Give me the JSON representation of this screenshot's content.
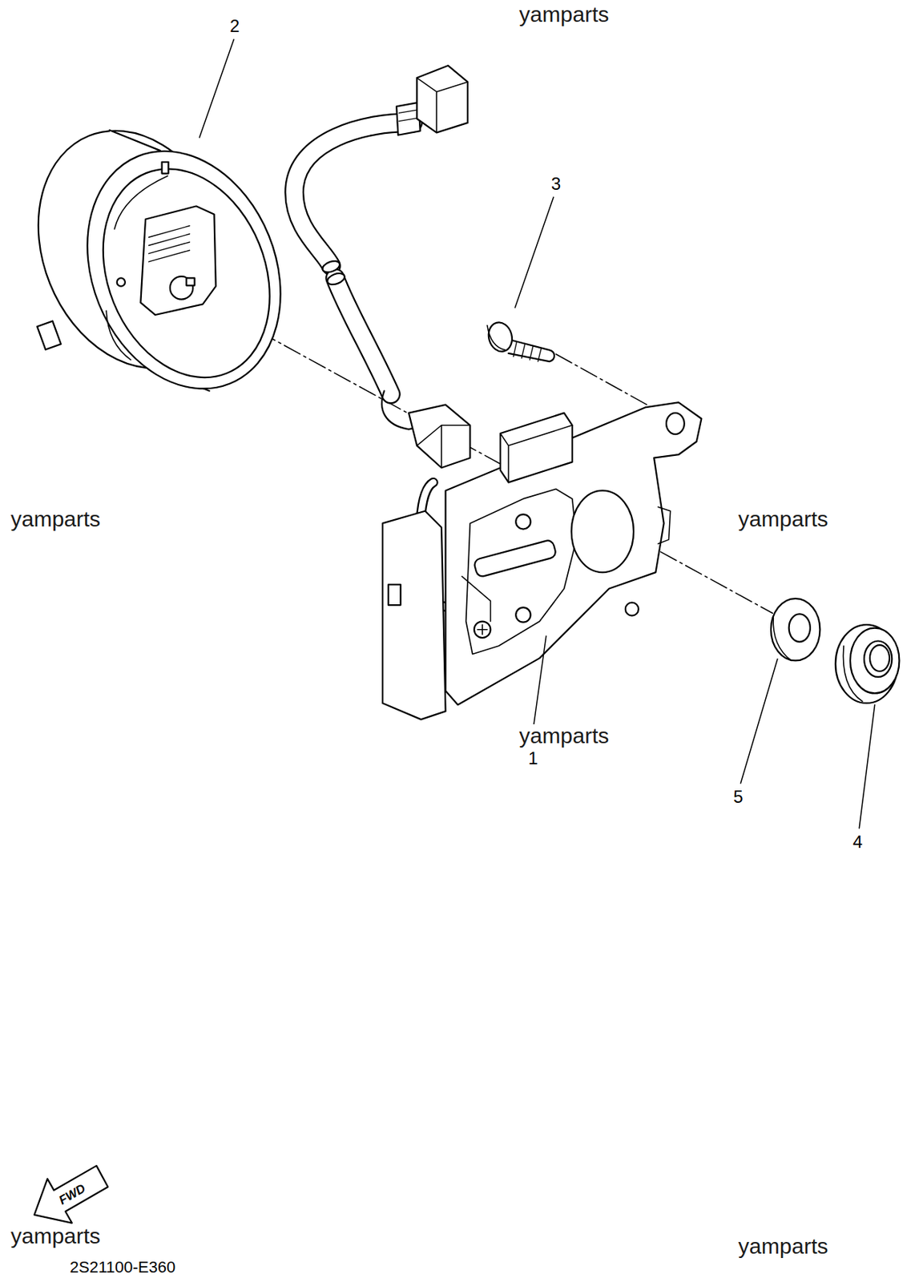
{
  "diagram": {
    "labels": [
      "yamparts",
      "2",
      "3",
      "yamparts",
      "yamparts",
      "yamparts",
      "1",
      "5",
      "4",
      "FWD",
      "yamparts",
      "2S21100-E360",
      "yamparts"
    ]
  }
}
